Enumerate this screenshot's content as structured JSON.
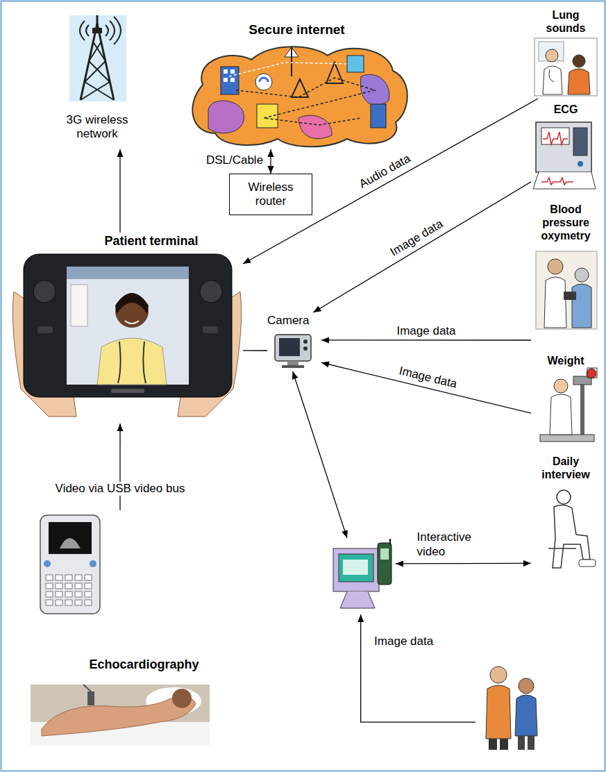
{
  "diagram": {
    "nodes": [
      {
        "text": [
          "3G wireless network"
        ]
      },
      {
        "text": [
          "Secure internet"
        ]
      },
      {
        "text": [
          "Lung sounds"
        ]
      },
      {
        "text": [
          "ECG"
        ]
      },
      {
        "text": [
          "Wireless router"
        ]
      },
      {
        "text": [
          "Patient terminal"
        ]
      },
      {
        "text": [
          "Blood pressure oxymetry"
        ]
      },
      {
        "text": [
          "Camera"
        ]
      },
      {
        "text": [
          "Weight"
        ]
      },
      {
        "text": [
          "Daily interview"
        ]
      },
      {
        "text": []
      },
      {
        "text": [
          "Echocardiography"
        ]
      },
      {
        "text": []
      }
    ],
    "edges": [
      {
        "from": 5,
        "to": 0,
        "arrow": "to"
      },
      {
        "from": 1,
        "to": 4,
        "arrow": "both",
        "label": "DSL/Cable"
      },
      {
        "from": 2,
        "to": 5,
        "arrow": "to",
        "label": "Audio data"
      },
      {
        "from": 3,
        "to": 7,
        "arrow": "to",
        "label": "Image data"
      },
      {
        "from": 6,
        "to": 7,
        "arrow": "to",
        "label": "Image data"
      },
      {
        "from": 8,
        "to": 7,
        "arrow": "to",
        "label": "Image data"
      },
      {
        "from": 5,
        "to": 7,
        "arrow": "none"
      },
      {
        "from": 7,
        "to": 10,
        "arrow": "both"
      },
      {
        "from": 10,
        "to": 9,
        "arrow": "both",
        "label": "Interactive video"
      },
      {
        "from": 12,
        "to": 10,
        "arrow": "to",
        "label": "Image data"
      },
      {
        "from": 11,
        "to": 5,
        "arrow": "to",
        "label": "Video via USB video bus"
      }
    ]
  }
}
